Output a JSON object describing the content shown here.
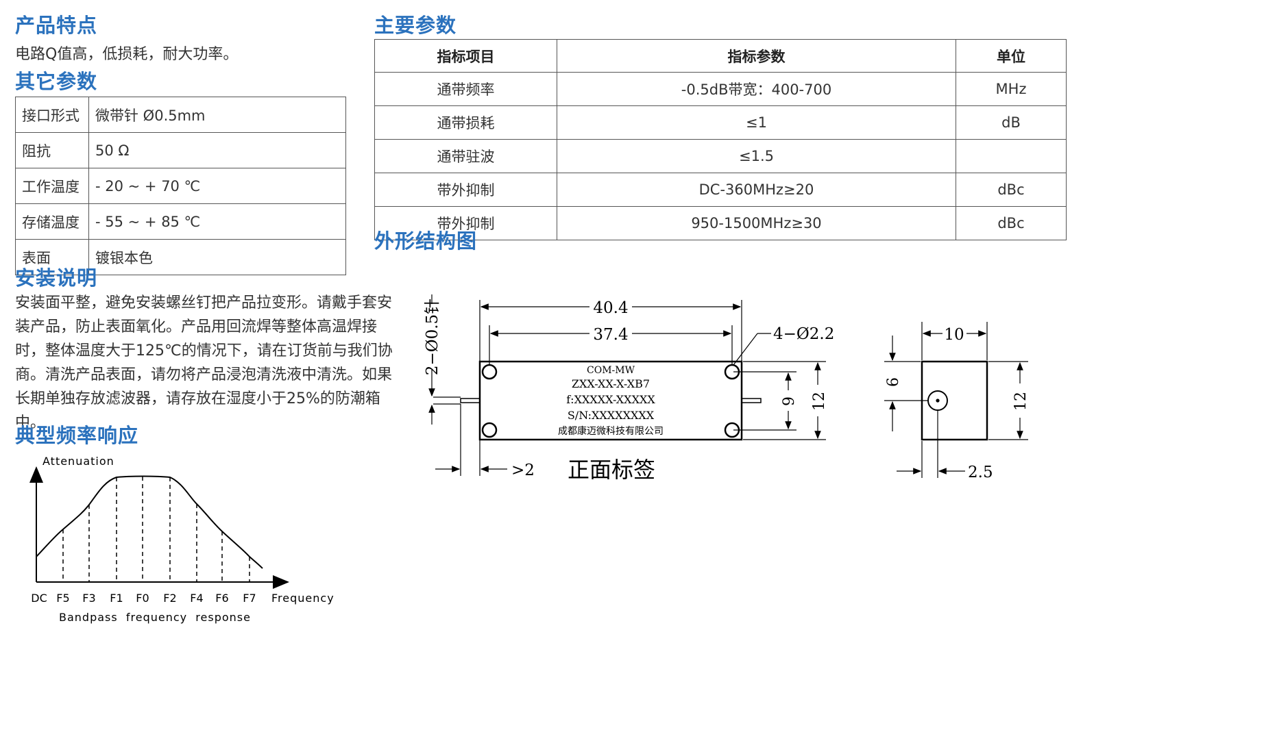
{
  "features": {
    "title": "产品特点",
    "text": "电路Q值高，低损耗，耐大功率。"
  },
  "other_params": {
    "title": "其它参数",
    "rows": [
      {
        "label": "接口形式",
        "value": "微带针 Ø0.5mm"
      },
      {
        "label": "阻抗",
        "value": "50 Ω"
      },
      {
        "label": "工作温度",
        "value": "- 20 ~ + 70 ℃"
      },
      {
        "label": "存储温度",
        "value": "- 55 ~ + 85 ℃"
      },
      {
        "label": "表面",
        "value": "镀银本色"
      }
    ]
  },
  "install": {
    "title": "安装说明",
    "lines": [
      "安装面平整，避免安装螺丝钉把产品拉变形。请戴手套安",
      "装产品，防止表面氧化。产品用回流焊等整体高温焊接",
      "时，整体温度大于125℃的情况下，请在订货前与我们协",
      "商。清洗产品表面，请勿将产品浸泡清洗液中清洗。如果",
      "长期单独存放滤波器，请存放在湿度小于25%的防潮箱",
      "中。"
    ]
  },
  "response": {
    "title": "典型频率响应",
    "y_label": "Attenuation",
    "x_label": "Frequency",
    "caption": "Bandpass  frequency  response",
    "ticks": [
      "DC",
      "F5",
      "F3",
      "F1",
      "F0",
      "F2",
      "F4",
      "F6",
      "F7"
    ]
  },
  "main_params": {
    "title": "主要参数",
    "headers": [
      "指标项目",
      "指标参数",
      "单位"
    ],
    "rows": [
      [
        "通带频率",
        "-0.5dB带宽：400-700",
        "MHz"
      ],
      [
        "通带损耗",
        "≤1",
        "dB"
      ],
      [
        "通带驻波",
        "≤1.5",
        ""
      ],
      [
        "带外抑制",
        "DC-360MHz≥20",
        "dBc"
      ],
      [
        "带外抑制",
        "950-1500MHz≥30",
        "dBc"
      ]
    ]
  },
  "outline": {
    "title": "外形结构图",
    "dim_len_outer": "40.4",
    "dim_len_inner": "37.4",
    "dim_holes": "4−Ø2.2",
    "dim_pin": "2−Ø0.5针",
    "dim_pin_len": ">2",
    "dim_height_holes": "9",
    "dim_height": "12",
    "label_line1": "COM-MW",
    "label_line2": "ZXX-XX-X-XB7",
    "label_line3": "f:XXXXX-XXXXX",
    "label_line4": "S/N:XXXXXXXX",
    "label_line5": "成都康迈微科技有限公司",
    "front_label": "正面标签",
    "side_width": "10",
    "side_pin_pos": "6",
    "side_height": "12",
    "side_pin_offset": "2.5"
  }
}
